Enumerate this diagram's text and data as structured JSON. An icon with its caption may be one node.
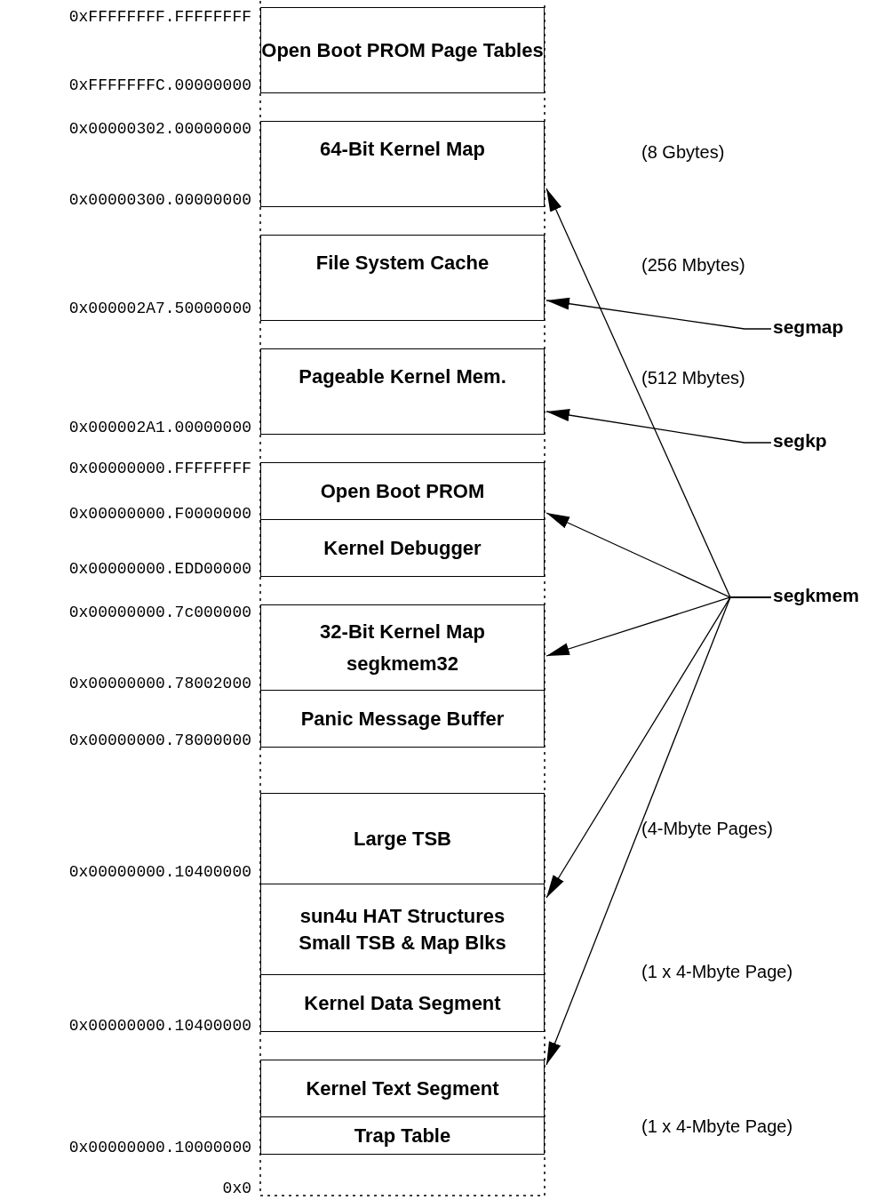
{
  "diagram": {
    "nodes": [
      {
        "text": [
          "Open Boot PROM Page Tables"
        ]
      },
      {
        "text": [
          "64-Bit Kernel Map"
        ]
      },
      {
        "text": [
          "File System Cache"
        ]
      },
      {
        "text": [
          "Pageable Kernel Mem."
        ]
      },
      {
        "text": [
          "Open Boot PROM"
        ]
      },
      {
        "text": [
          "Kernel Debugger"
        ]
      },
      {
        "text": [
          "32-Bit Kernel Map",
          "segkmem32"
        ]
      },
      {
        "text": [
          "Panic Message Buffer"
        ]
      },
      {
        "text": [
          "Large TSB"
        ]
      },
      {
        "text": [
          "sun4u HAT Structures",
          "Small TSB & Map Blks"
        ]
      },
      {
        "text": [
          "Kernel Data Segment"
        ]
      },
      {
        "text": [
          "Kernel Text Segment"
        ]
      },
      {
        "text": [
          "Trap Table"
        ]
      },
      {
        "text": [
          "segmap"
        ]
      },
      {
        "text": [
          "segkp"
        ]
      },
      {
        "text": [
          "segkmem"
        ]
      }
    ],
    "edges": [
      {
        "from": 13,
        "to": 2,
        "arrow": "to"
      },
      {
        "from": 14,
        "to": 3,
        "arrow": "to"
      },
      {
        "from": 15,
        "to": 1,
        "arrow": "to"
      },
      {
        "from": 15,
        "to": 4,
        "arrow": "to"
      },
      {
        "from": 15,
        "to": 6,
        "arrow": "to"
      },
      {
        "from": 15,
        "to": 9,
        "arrow": "to"
      },
      {
        "from": 15,
        "to": 11,
        "arrow": "to"
      }
    ],
    "labels": [
      "0xFFFFFFFF.FFFFFFFF",
      "0xFFFFFFFC.00000000",
      "0x00000302.00000000",
      "(8 Gbytes)",
      "0x00000300.00000000",
      "(256 Mbytes)",
      "0x000002A7.50000000",
      "(512 Mbytes)",
      "0x000002A1.00000000",
      "0x00000000.FFFFFFFF",
      "0x00000000.F0000000",
      "0x00000000.EDD00000",
      "0x00000000.7c000000",
      "0x00000000.78002000",
      "0x00000000.78000000",
      "(4-Mbyte Pages)",
      "0x00000000.10400000",
      "(1 x 4-Mbyte Page)",
      "0x00000000.10400000",
      "(1 x 4-Mbyte Page)",
      "0x00000000.10000000",
      "0x0"
    ]
  }
}
